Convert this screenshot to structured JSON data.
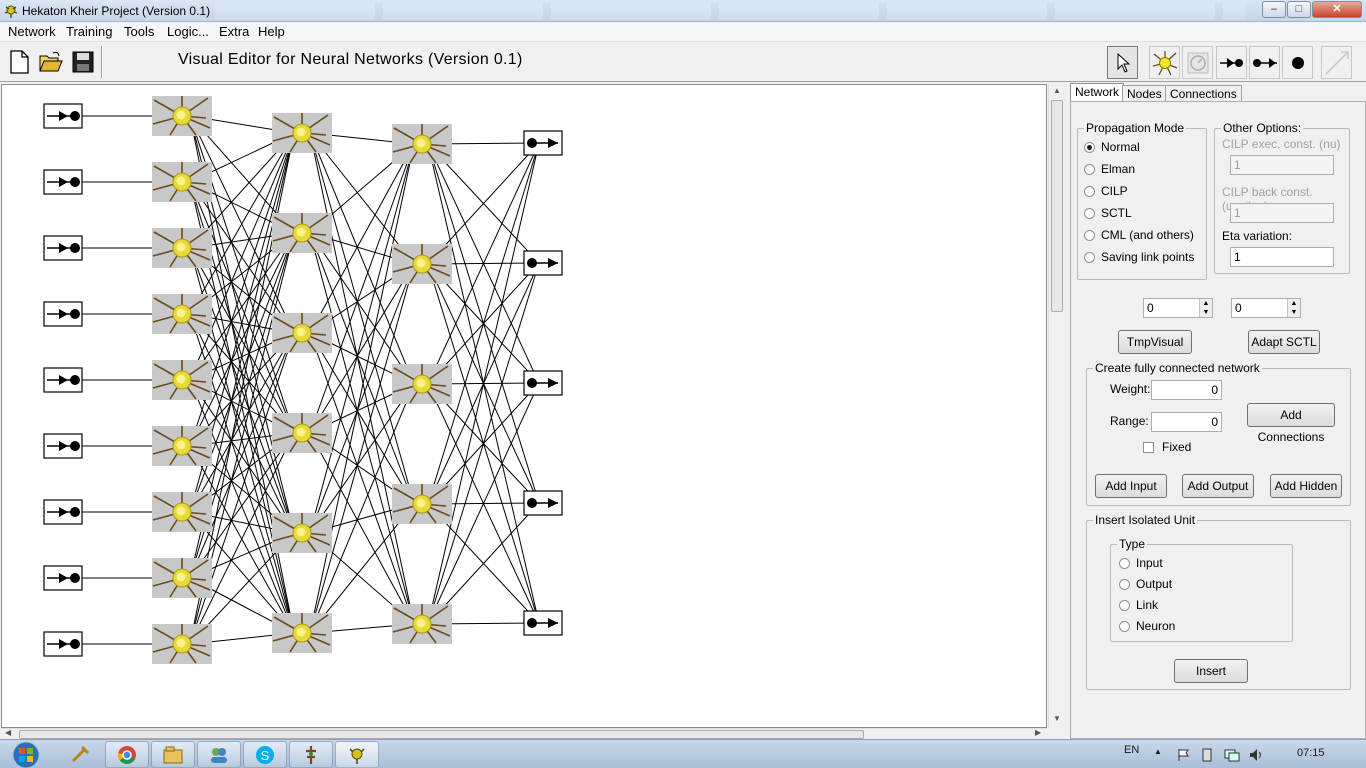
{
  "window": {
    "title": "Hekaton Kheir Project (Version 0.1)",
    "min": "–",
    "max": "□",
    "close": "✕"
  },
  "menu": [
    "Network",
    "Training",
    "Tools",
    "Logic...",
    "Extra",
    "Help"
  ],
  "toolbar": {
    "heading": "Visual Editor for Neural Networks (Version 0.1)",
    "file_icons": [
      "new-file-icon",
      "open-folder-icon",
      "save-disk-icon"
    ],
    "tools": [
      "select-pointer-icon",
      "neuron-tool-icon",
      "clock-tool-icon",
      "input-unit-tool-icon",
      "output-unit-tool-icon",
      "link-point-tool-icon",
      "connection-line-tool-icon"
    ]
  },
  "network": {
    "input_count": 9,
    "hidden_layers": [
      9,
      6,
      5
    ],
    "output_count": 5
  },
  "tabs": [
    "Network",
    "Nodes",
    "Connections"
  ],
  "propagation": {
    "legend": "Propagation Mode",
    "options": [
      "Normal",
      "Elman",
      "CILP",
      "SCTL",
      "CML (and others)",
      "Saving link points"
    ],
    "selected": "Normal"
  },
  "other_options": {
    "legend": "Other Options:",
    "cilp_exec_label": "CILP exec. const. (nu)",
    "cilp_exec_value": "1",
    "cilp_back_label": "CILP back const.(upsilon)",
    "cilp_back_value": "1",
    "eta_label": "Eta variation:",
    "eta_value": "1"
  },
  "spinners": {
    "left_value": "0",
    "right_value": "0"
  },
  "buttons": {
    "tmpvisual": "TmpVisual",
    "adapt_sctl": "Adapt SCTL",
    "add_connections": "Add Connections",
    "add_input": "Add Input",
    "add_output": "Add Output",
    "add_hidden": "Add Hidden",
    "insert": "Insert"
  },
  "fully_connected": {
    "legend": "Create fully connected network",
    "weight_label": "Weight:",
    "weight_value": "0",
    "range_label": "Range:",
    "range_value": "0",
    "fixed_label": "Fixed"
  },
  "isolated_unit": {
    "legend": "Insert Isolated Unit",
    "type_legend": "Type",
    "options": [
      "Input",
      "Output",
      "Link",
      "Neuron"
    ]
  },
  "taskbar": {
    "apps": [
      "pin-tool-icon",
      "chrome-icon",
      "file-explorer-icon",
      "contacts-icon",
      "skype-icon",
      "hekaton-cross-icon",
      "hekaton-app-icon"
    ],
    "lang": "EN",
    "clock": "07:15"
  }
}
